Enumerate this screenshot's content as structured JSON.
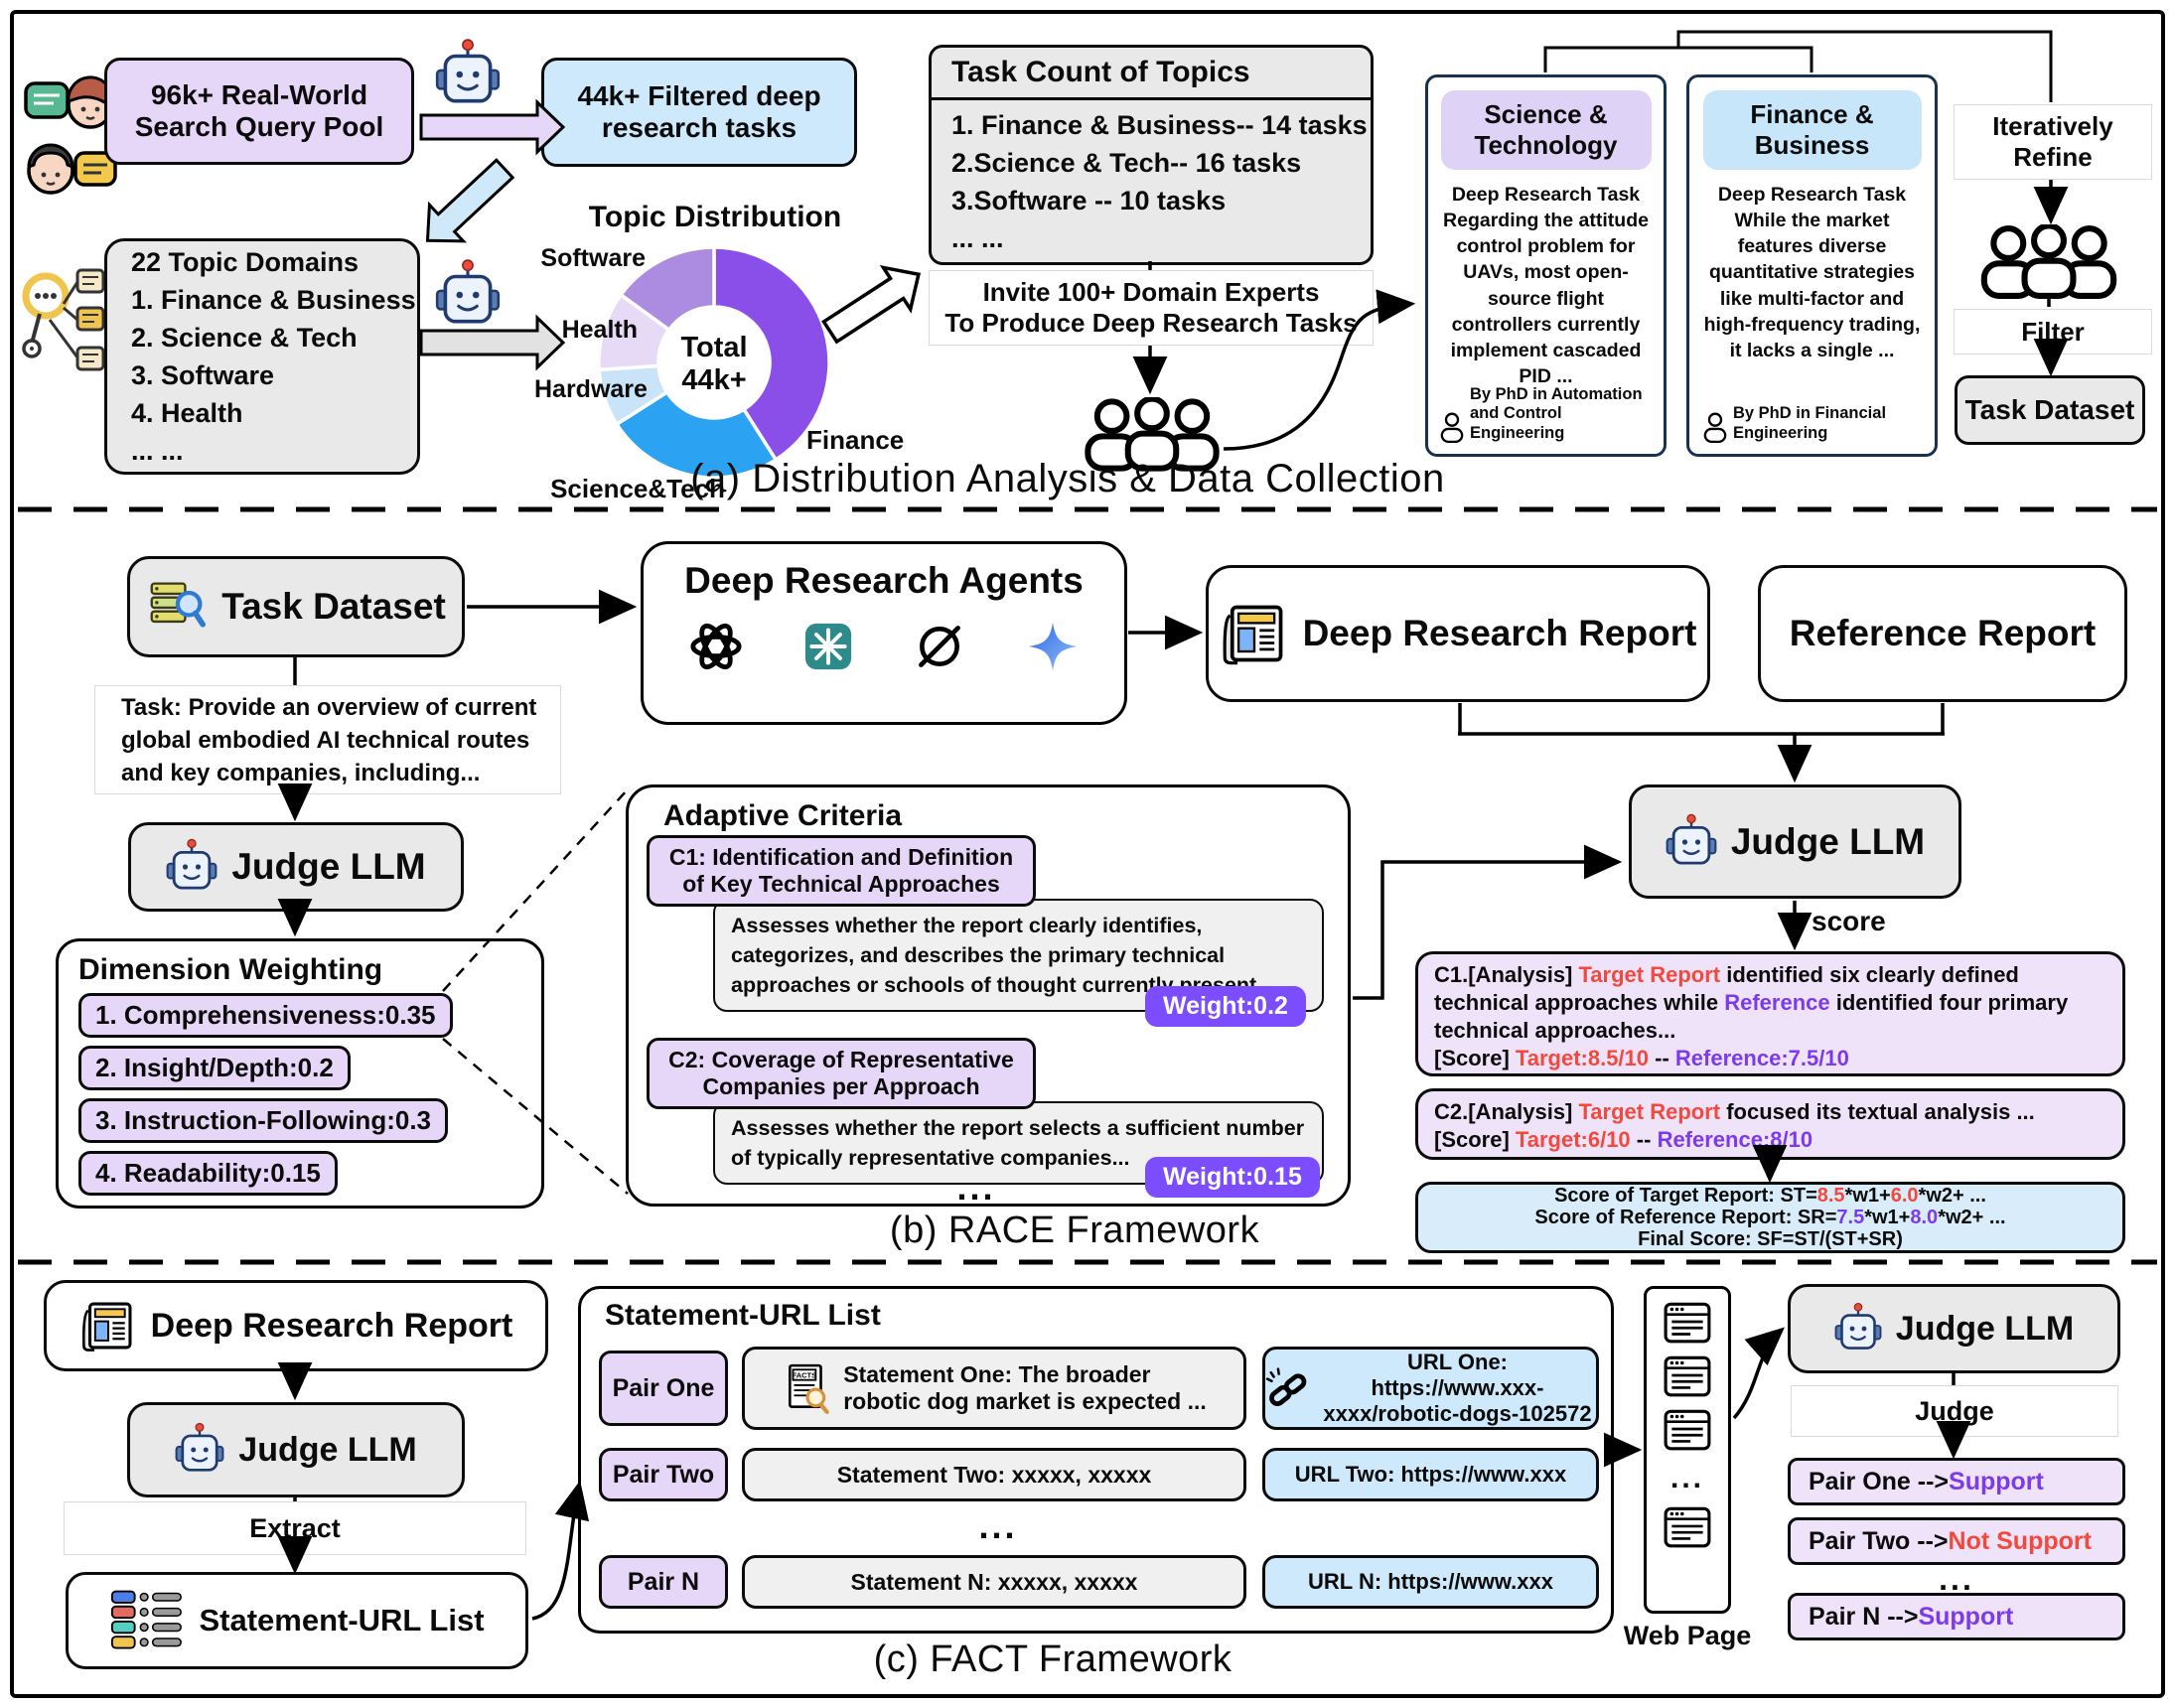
{
  "colors": {
    "target_red": "#F4483C",
    "reference_purple": "#7C3AED",
    "badge_purple": "#7C4DFF",
    "chip_purple": "#E6D7F8",
    "chip_blue": "#CDE9FB",
    "box_grey": "#E9E9E9",
    "analysis_purple": "#EFE3FA",
    "final_blue": "#D8ECFA"
  },
  "labels": {
    "judge_llm": "Judge LLM",
    "task_dataset": "Task Dataset",
    "deep_research_report": "Deep Research Report"
  },
  "chart_data": {
    "type": "pie",
    "subtype": "donut",
    "title": "Topic Distribution",
    "center_label": [
      "Total",
      "44k+"
    ],
    "segments": [
      {
        "label": "Finance",
        "value": 41,
        "color": "#8A4FE8"
      },
      {
        "label": "Science&Tech",
        "value": 25,
        "color": "#2BA3F2"
      },
      {
        "label": "Hardware",
        "value": 8,
        "color": "#C9E4F8"
      },
      {
        "label": "Health",
        "value": 11,
        "color": "#E6DAF6"
      },
      {
        "label": "Software",
        "value": 15,
        "color": "#AC8CE0"
      }
    ],
    "legend_position": "labels around donut"
  },
  "a": {
    "caption": "(a) Distribution Analysis & Data Collection",
    "pool": {
      "lines": [
        "96k+ Real-World",
        "Search Query Pool"
      ]
    },
    "filtered": {
      "lines": [
        "44k+ Filtered deep",
        "research tasks"
      ]
    },
    "domains": {
      "lines": [
        "22 Topic Domains",
        "1. Finance & Business",
        "2. Science & Tech",
        "3. Software",
        "4. Health",
        "... ..."
      ]
    },
    "task_count": {
      "header": "Task Count of Topics",
      "items": [
        "1. Finance & Business-- 14 tasks",
        "2.Science & Tech-- 16 tasks",
        "3.Software -- 10 tasks",
        "... ..."
      ]
    },
    "invite": {
      "lines": [
        "Invite 100+ Domain Experts",
        "To Produce Deep Research Tasks"
      ]
    },
    "sci_card": {
      "header": [
        "Science &",
        "Technology"
      ],
      "body": "Deep Research Task Regarding the attitude control problem for UAVs, most open-source flight controllers currently implement cascaded PID ...",
      "byline": "By PhD in Automation and Control Engineering"
    },
    "fin_card": {
      "header": [
        "Finance &",
        "Business"
      ],
      "body": "Deep Research Task While the market features diverse quantitative strategies like multi-factor and high-frequency trading, it lacks a single ...",
      "byline": "By PhD in Financial Engineering"
    },
    "iterate": {
      "lines": [
        "Iteratively",
        "Refine"
      ]
    },
    "filter": "Filter"
  },
  "b": {
    "caption": "(b) RACE Framework",
    "task_text": [
      "Task: Provide an overview of current",
      "global embodied AI technical routes",
      "and key companies, including..."
    ],
    "agents_title": "Deep Research Agents",
    "reference_report": "Reference Report",
    "dimension": {
      "title": "Dimension Weighting",
      "items": [
        "1. Comprehensiveness:0.35",
        "2. Insight/Depth:0.2",
        "3. Instruction-Following:0.3",
        "4. Readability:0.15"
      ]
    },
    "adaptive": {
      "title": "Adaptive Criteria",
      "c1": {
        "chip": [
          "C1: Identification and Definition",
          "of Key Technical Approaches"
        ],
        "desc": "Assesses whether the report clearly identifies, categorizes, and describes the primary technical approaches or schools of thought currently present...",
        "weight": "Weight:0.2"
      },
      "c2": {
        "chip": [
          "C2: Coverage of Representative",
          "Companies per Approach"
        ],
        "desc": "Assesses whether the report selects a sufficient number of typically representative companies...",
        "weight": "Weight:0.15"
      },
      "dots": "..."
    },
    "score_label": "score",
    "c1_analysis": [
      [
        [
          "C1.[Analysis] ",
          ""
        ],
        [
          "Target Report",
          "red"
        ],
        [
          " identified six clearly defined",
          ""
        ]
      ],
      [
        [
          "technical approaches while ",
          ""
        ],
        [
          "Reference",
          "purple"
        ],
        [
          " identified four primary",
          ""
        ]
      ],
      [
        [
          "technical approaches...",
          ""
        ]
      ],
      [
        [
          "[Score] ",
          ""
        ],
        [
          "Target:8.5/10",
          "red"
        ],
        [
          " -- ",
          ""
        ],
        [
          "Reference:7.5/10",
          "purple"
        ]
      ]
    ],
    "c2_analysis": [
      [
        [
          "C2.[Analysis] ",
          ""
        ],
        [
          "Target Report",
          "red"
        ],
        [
          " focused its textual analysis ...",
          ""
        ]
      ],
      [
        [
          "[Score] ",
          ""
        ],
        [
          "Target:6/10",
          "red"
        ],
        [
          " -- ",
          ""
        ],
        [
          "Reference:8/10",
          "purple"
        ]
      ]
    ],
    "final": [
      [
        [
          "Score of Target Report: ST=",
          ""
        ],
        [
          "8.5",
          "red"
        ],
        [
          "*w1+",
          ""
        ],
        [
          "6.0",
          "red"
        ],
        [
          "*w2+ ...",
          ""
        ]
      ],
      [
        [
          "Score of Reference Report: SR=",
          ""
        ],
        [
          "7.5",
          "purple"
        ],
        [
          "*w1+",
          ""
        ],
        [
          "8.0",
          "purple"
        ],
        [
          "*w2+ ...",
          ""
        ]
      ],
      [
        [
          "Final Score: SF=ST/(ST+SR)",
          ""
        ]
      ]
    ]
  },
  "c": {
    "caption": "(c) FACT Framework",
    "extract": "Extract",
    "sul": "Statement-URL List",
    "list_title": "Statement-URL List",
    "facts_label": "FACTS",
    "rows": [
      {
        "pair": "Pair One",
        "statement": [
          "Statement One: The broader",
          "robotic dog market is expected ..."
        ],
        "url": [
          "URL One: https://www.xxx-",
          "xxxx/robotic-dogs-102572"
        ]
      },
      {
        "pair": "Pair Two",
        "statement": [
          "Statement Two: xxxxx, xxxxx"
        ],
        "url": [
          "URL Two: https://www.xxx"
        ]
      },
      {
        "pair": "Pair N",
        "statement": [
          "Statement N: xxxxx, xxxxx"
        ],
        "url": [
          "URL N: https://www.xxx"
        ]
      }
    ],
    "dots": "...",
    "web_page": "Web Page",
    "judge_action": "Judge",
    "results": [
      [
        [
          "Pair One --> ",
          ""
        ],
        [
          "Support",
          "purple"
        ]
      ],
      [
        [
          "Pair Two --> ",
          ""
        ],
        [
          "Not Support",
          "red"
        ]
      ],
      [
        [
          "Pair N --> ",
          ""
        ],
        [
          "Support",
          "purple"
        ]
      ]
    ]
  }
}
